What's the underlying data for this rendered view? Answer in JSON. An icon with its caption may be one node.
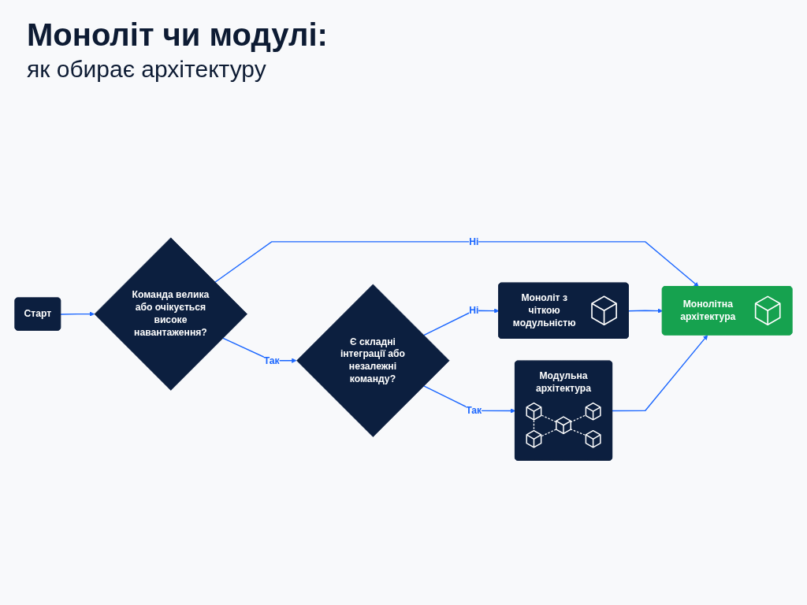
{
  "diagram": {
    "title": "Моноліт чи модулі:",
    "nodes": [
      {
        "text": [
          "Старт"
        ]
      },
      {
        "text": [
          "Команда велика або очікується високе навантаження?"
        ]
      },
      {
        "text": [
          "Є складні інтеграції або незалежні команду?"
        ]
      },
      {
        "text": [
          "Модульна архітектура"
        ]
      },
      {
        "text": [
          "Моноліт з чіткою модульністю"
        ]
      },
      {
        "text": [
          "Монолітна архітектура"
        ]
      }
    ],
    "edges": [
      {
        "from": 0,
        "to": 1,
        "arrow": "to"
      },
      {
        "from": 1,
        "to": 2,
        "arrow": "to",
        "label": "Так"
      },
      {
        "from": 2,
        "to": 3,
        "arrow": "to",
        "label": "Так"
      },
      {
        "from": 1,
        "to": 5,
        "arrow": "to",
        "label": "Ні"
      },
      {
        "from": 2,
        "to": 4,
        "arrow": "to",
        "label": "Ні"
      },
      {
        "from": 4,
        "to": 5,
        "arrow": "to"
      },
      {
        "from": 3,
        "to": 5,
        "arrow": "to"
      }
    ],
    "labels": [
      "як обирає архітектуру"
    ]
  }
}
